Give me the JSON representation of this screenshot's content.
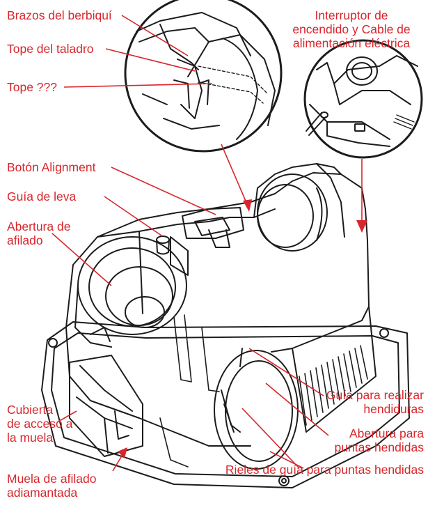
{
  "colors": {
    "accent": "#d8262c",
    "line": "#1c1c1c",
    "background": "#ffffff"
  },
  "labels": {
    "brazos_berbiqui": "Brazos del berbiquí",
    "tope_taladro": "Tope del taladro",
    "tope_desconocido": "Tope ???",
    "interruptor_l1": "Interruptor de",
    "interruptor_l2": "encendido y Cable de",
    "interruptor_l3": "alimentación eléctrica",
    "boton_alignment": "Botón Alignment",
    "guia_leva": "Guía de leva",
    "abertura_afilado_l1": "Abertura de",
    "abertura_afilado_l2": "afilado",
    "cubierta_l1": "Cubierta",
    "cubierta_l2": "de acceso a",
    "cubierta_l3": "la muela",
    "muela_l1": "Muela de afilado",
    "muela_l2": "adiamantada",
    "guia_hendiduras_l1": "Guía para realizar",
    "guia_hendiduras_l2": "hendiduras",
    "abertura_hendidas_l1": "Abertura para",
    "abertura_hendidas_l2": "puntas hendidas",
    "rieles": "Rieles de guía para puntas hendidas"
  }
}
